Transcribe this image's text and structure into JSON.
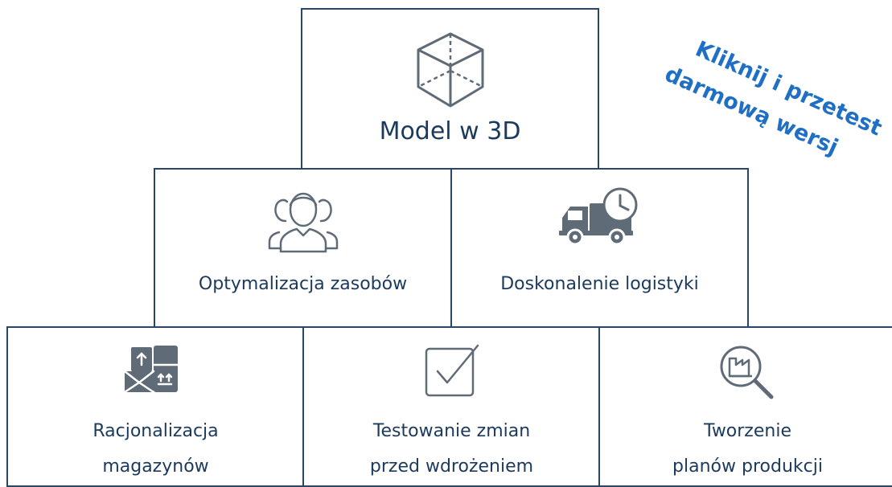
{
  "pyramid": {
    "top": {
      "label": "Model w 3D",
      "icon": "cube-icon"
    },
    "middle": [
      {
        "label": "Optymalizacja zasobów",
        "icon": "team-icon"
      },
      {
        "label": "Doskonalenie logistyki",
        "icon": "delivery-truck-clock-icon"
      }
    ],
    "bottom": [
      {
        "line1": "Racjonalizacja",
        "line2": "magazynów",
        "icon": "warehouse-boxes-icon"
      },
      {
        "line1": "Testowanie zmian",
        "line2": "przed wdrożeniem",
        "icon": "checkbox-icon"
      },
      {
        "line1": "Tworzenie",
        "line2": "planów produkcji",
        "icon": "factory-search-icon"
      }
    ]
  },
  "promo": {
    "line1": "Kliknij i przetest",
    "line2": "darmową wersj"
  },
  "colors": {
    "border": "#2a4666",
    "text": "#1b3a5c",
    "icon": "#5f6b76",
    "promo": "#1f6fc5"
  }
}
